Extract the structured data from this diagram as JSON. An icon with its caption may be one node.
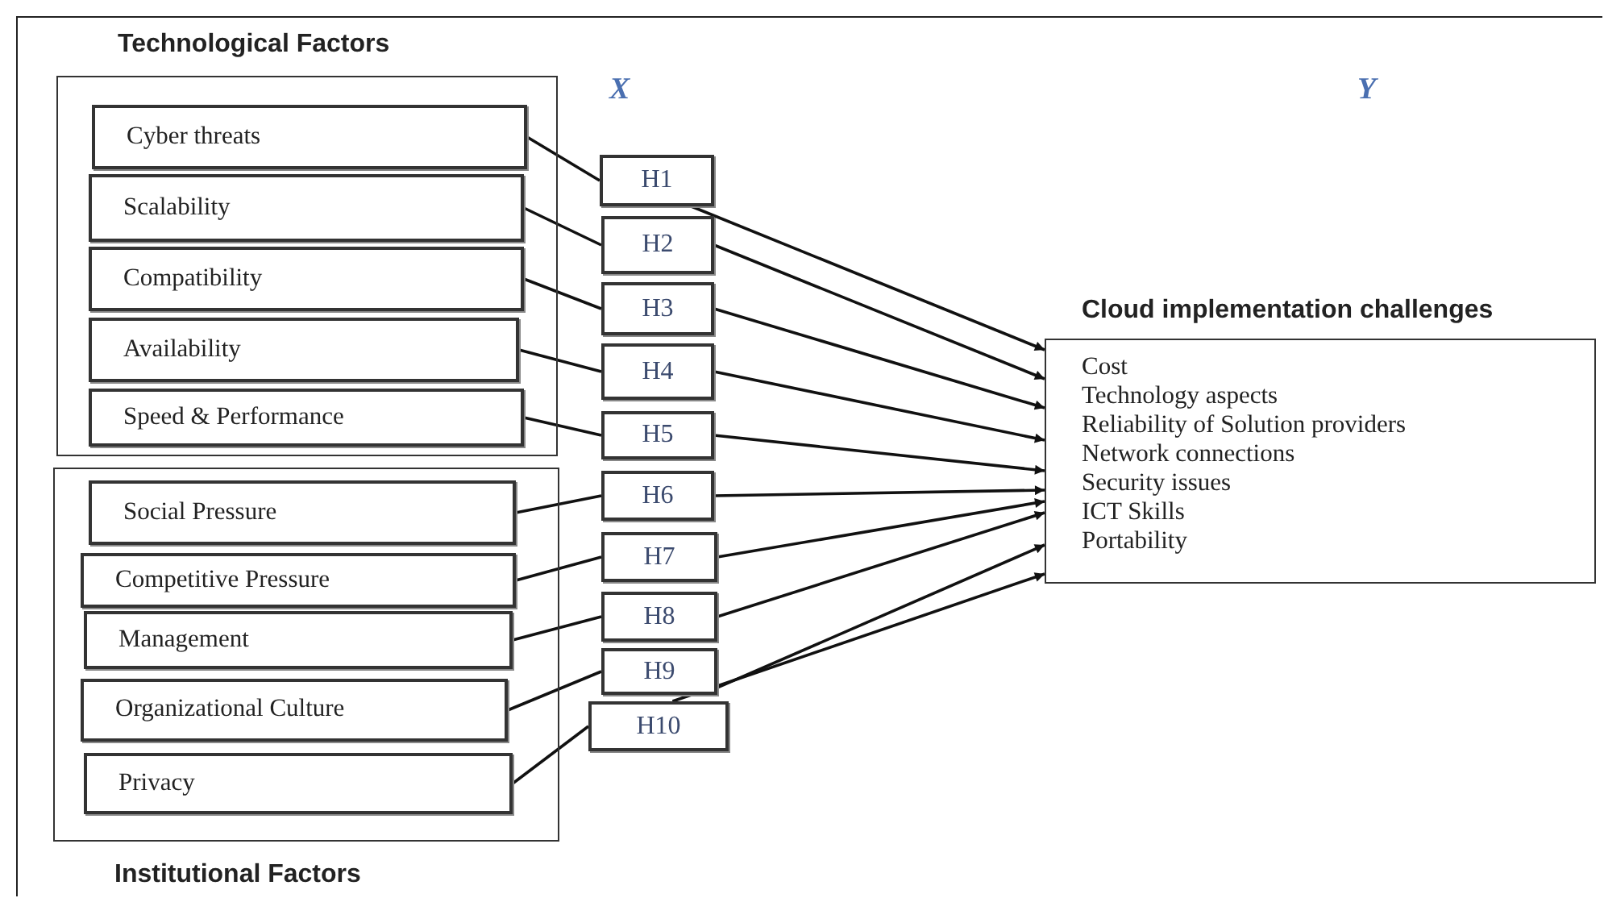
{
  "diagram": {
    "nodes": [
      {
        "text": [
          "Technological Factors"
        ]
      },
      {
        "text": [
          "Cyber threats"
        ],
        "in": 0
      },
      {
        "text": [
          "Scalability"
        ],
        "in": 0
      },
      {
        "text": [
          "Compatibility"
        ],
        "in": 0
      },
      {
        "text": [
          "Availability"
        ],
        "in": 0
      },
      {
        "text": [
          "Speed & Performance"
        ],
        "in": 0
      },
      {
        "text": [
          "Institutional Factors"
        ]
      },
      {
        "text": [
          "Social Pressure"
        ],
        "in": 6
      },
      {
        "text": [
          "Competitive Pressure"
        ],
        "in": 6
      },
      {
        "text": [
          "Management"
        ],
        "in": 6
      },
      {
        "text": [
          "Organizational Culture"
        ],
        "in": 6
      },
      {
        "text": [
          "Privacy"
        ],
        "in": 6
      },
      {
        "text": [
          "H1"
        ]
      },
      {
        "text": [
          "H2"
        ]
      },
      {
        "text": [
          "H3"
        ]
      },
      {
        "text": [
          "H4"
        ]
      },
      {
        "text": [
          "H5"
        ]
      },
      {
        "text": [
          "H6"
        ]
      },
      {
        "text": [
          "H7"
        ]
      },
      {
        "text": [
          "H8"
        ]
      },
      {
        "text": [
          "H9"
        ]
      },
      {
        "text": [
          "H10"
        ]
      },
      {
        "text": [
          "Cloud implementation challenges",
          "Cost",
          "Technology aspects",
          "Reliability of Solution providers",
          "Network connections",
          "Security issues",
          "ICT Skills",
          "Portability"
        ]
      }
    ],
    "edges": [
      {
        "from": 1,
        "to": 12,
        "arrow": "none"
      },
      {
        "from": 2,
        "to": 13,
        "arrow": "none"
      },
      {
        "from": 3,
        "to": 14,
        "arrow": "none"
      },
      {
        "from": 4,
        "to": 15,
        "arrow": "none"
      },
      {
        "from": 5,
        "to": 16,
        "arrow": "none"
      },
      {
        "from": 7,
        "to": 17,
        "arrow": "none"
      },
      {
        "from": 8,
        "to": 18,
        "arrow": "none"
      },
      {
        "from": 9,
        "to": 19,
        "arrow": "none"
      },
      {
        "from": 10,
        "to": 20,
        "arrow": "none"
      },
      {
        "from": 11,
        "to": 21,
        "arrow": "none"
      },
      {
        "from": 12,
        "to": 22,
        "arrow": "to"
      },
      {
        "from": 13,
        "to": 22,
        "arrow": "to"
      },
      {
        "from": 14,
        "to": 22,
        "arrow": "to"
      },
      {
        "from": 15,
        "to": 22,
        "arrow": "to"
      },
      {
        "from": 16,
        "to": 22,
        "arrow": "to"
      },
      {
        "from": 17,
        "to": 22,
        "arrow": "to"
      },
      {
        "from": 18,
        "to": 22,
        "arrow": "to"
      },
      {
        "from": 19,
        "to": 22,
        "arrow": "to"
      },
      {
        "from": 20,
        "to": 22,
        "arrow": "to"
      },
      {
        "from": 21,
        "to": 22,
        "arrow": "to"
      }
    ],
    "labels": [
      "X",
      "Y"
    ]
  }
}
